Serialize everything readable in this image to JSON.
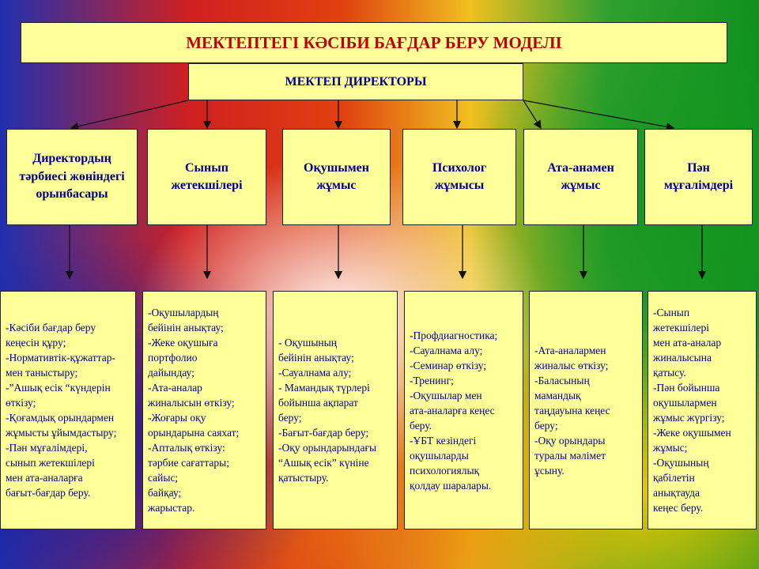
{
  "title": "МЕКТЕПТЕГІ КӘСІБИ БАҒДАР БЕРУ МОДЕЛІ",
  "director": "МЕКТЕП ДИРЕКТОРЫ",
  "categories": [
    {
      "label": "Директордың\nтәрбиесі жөніндегі\nорынбасары",
      "tasks": "-Кәсіби бағдар беру\n кеңесін құру;\n-Нормативтік-құжаттар-\nмен таныстыру;\n-”Ашық есік “күндерін\nөткізу;\n-Қоғамдық орындармен\n жұмысты ұйымдастыру;\n-Пән мұғалімдері,\nсынып жетекшілері\n мен ата-аналарға\nбағыт-бағдар беру."
    },
    {
      "label": "Сынып\nжетекшілері",
      "tasks": "-Оқушылардың\nбейінін анықтау;\n-Жеке оқушыға\nпортфолио\n дайындау;\n-Ата-аналар\nжиналысын  өткізу;\n-Жоғары оқу\nорындарына саяхат;\n-Апталық өткізу:\nтәрбие сағаттары;\nсайыс;\nбайқау;\nжарыстар."
    },
    {
      "label": "Оқушымен\nжұмыс",
      "tasks": "- Оқушының\nбейінін анықтау;\n-Сауалнама алу;\n- Мамандық түрлері\nбойынша ақпарат\nберу;\n-Бағыт-бағдар беру;\n-Оқу орындарындағы\n“Ашық есік”  күніне\nқатыстыру."
    },
    {
      "label": "Психолог\nжұмысы",
      "tasks": "-Профдиагностика;\n-Сауалнама алу;\n-Семинар өткізу;\n-Тренинг;\n-Оқушылар мен\nата-аналарға кеңес\n беру.\n-ҰБТ кезіндегі\nоқушыларды\nпсихологиялық\nқолдау шаралары."
    },
    {
      "label": "Ата-анамен\nжұмыс",
      "tasks": "-Ата-аналармен\nжиналыс өткізу;\n-Баласының\nмамандық\nтаңдауына кеңес\nберу;\n-Оқу орындары\n туралы мәлімет\n ұсыну."
    },
    {
      "label": "Пән\nмұғалімдері",
      "tasks": "-Сынып\nжетекшілері\nмен ата-аналар\n жиналысына\n қатысу.\n-Пән бойынша\nоқушылармен\nжұмыс жүргізу;\n-Жеке оқушымен\nжұмыс;\n-Оқушының\nқабілетін\nанықтауда\nкеңес беру."
    }
  ]
}
